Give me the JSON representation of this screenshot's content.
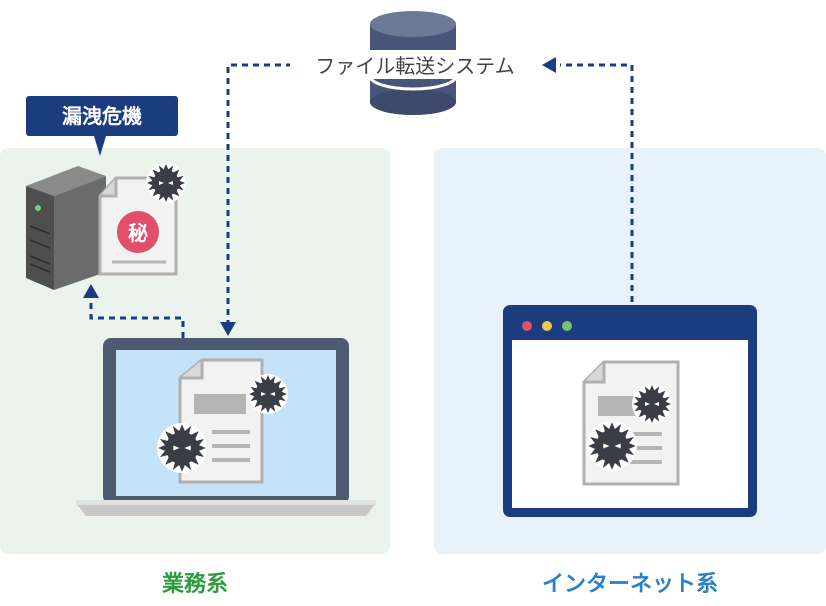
{
  "diagram": {
    "system_label": "ファイル転送システム",
    "leak_tag": "漏洩危機",
    "secret_mark": "秘",
    "regions": {
      "gyomu": "業務系",
      "internet": "インターネット系"
    },
    "colors": {
      "gyomu_bg": "#eaf4ec",
      "internet_bg": "#e8f2fa",
      "gyomu_text": "#2e9c3e",
      "internet_text": "#2b7fc4",
      "navy": "#1c3c80",
      "secret_red": "#e0506a",
      "virus": "#3a3d45",
      "db": "#47557a",
      "laptop_screen": "#c4e2f8",
      "laptop_frame": "#4d5a70"
    }
  }
}
